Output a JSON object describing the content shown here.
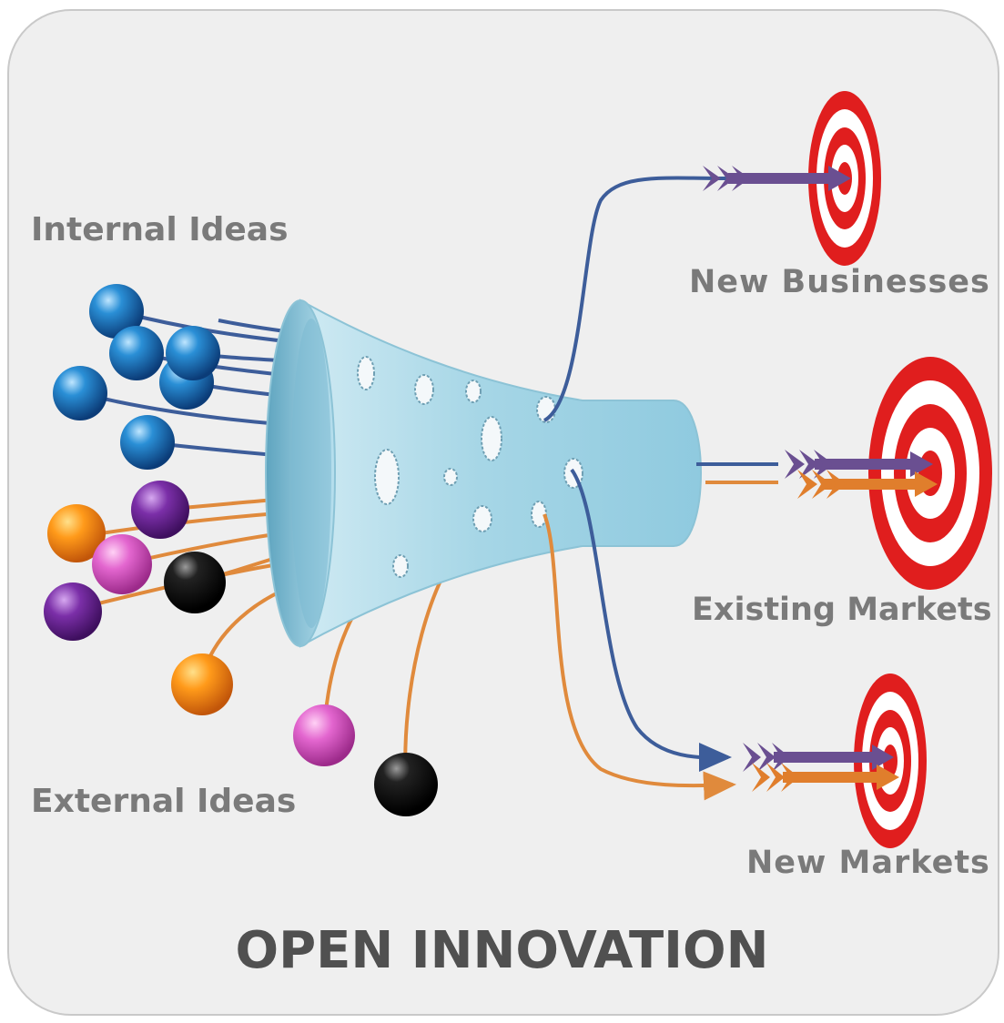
{
  "labels": {
    "internal": "Internal Ideas",
    "external": "External Ideas",
    "new_businesses": "New Businesses",
    "existing_markets": "Existing Markets",
    "new_markets": "New Markets",
    "title": "OPEN INNOVATION"
  },
  "colors": {
    "funnel": "#a9d8e6",
    "internal_line": "#3d5d9a",
    "external_line": "#e08a3c",
    "arrow_purple": "#6a4f91",
    "arrow_orange": "#e07e2c",
    "target_red": "#e01e1e"
  }
}
